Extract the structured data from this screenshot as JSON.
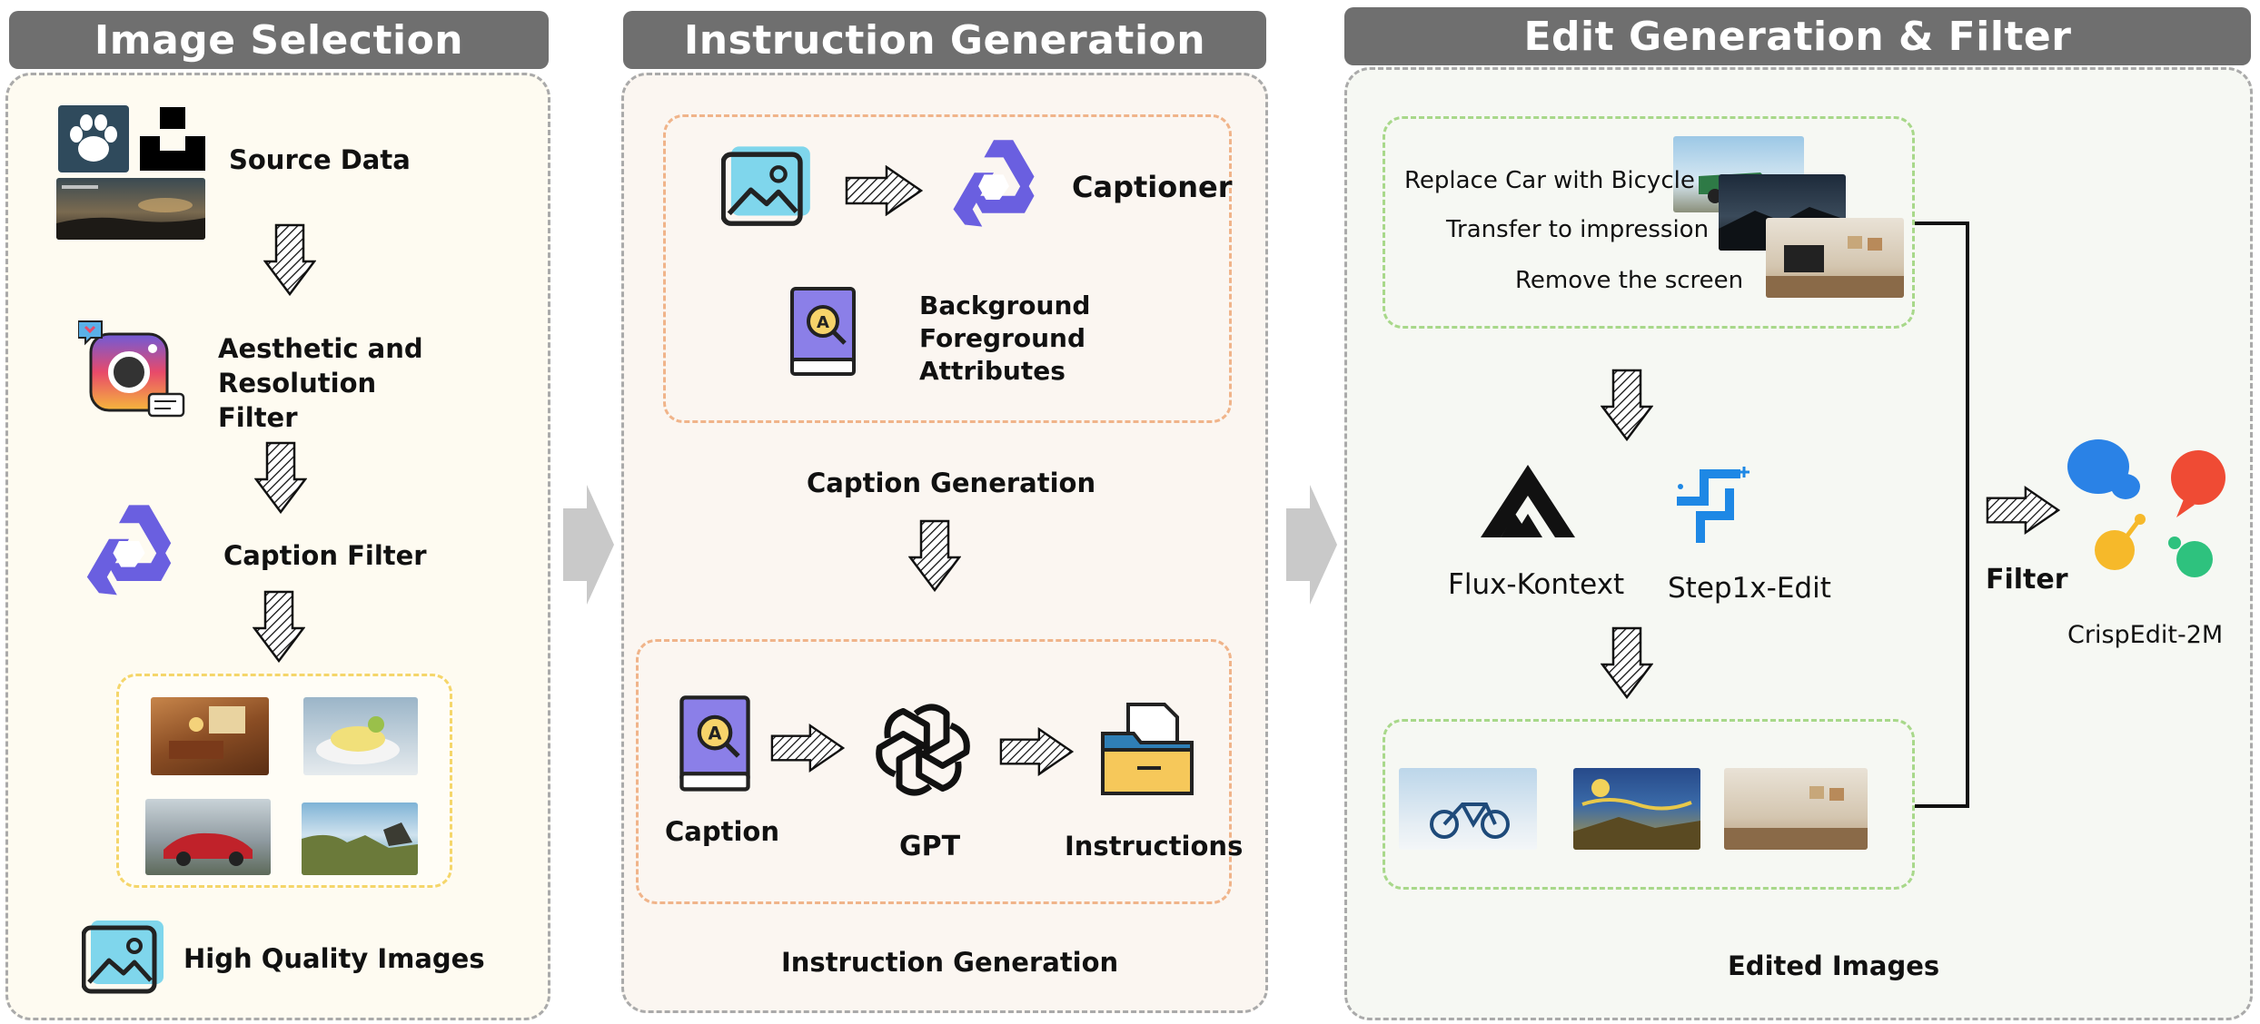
{
  "headers": {
    "image_selection": "Image Selection",
    "instruction_generation": "Instruction Generation",
    "edit_generation": "Edit Generation & Filter"
  },
  "image_selection": {
    "source_data": "Source Data",
    "aesthetic_filter_line1": "Aesthetic and",
    "aesthetic_filter_line2": "Resolution",
    "aesthetic_filter_line3": "Filter",
    "caption_filter": "Caption Filter",
    "high_quality_images": "High Quality Images"
  },
  "instruction_generation": {
    "captioner": "Captioner",
    "attr_background": "Background",
    "attr_foreground": "Foreground",
    "attr_attributes": "Attributes",
    "caption_generation": "Caption Generation",
    "caption": "Caption",
    "gpt": "GPT",
    "instructions": "Instructions",
    "section_label": "Instruction Generation"
  },
  "edit_generation": {
    "instr1": "Replace Car with Bicycle",
    "instr2": "Transfer to impression",
    "instr3": "Remove the screen",
    "flux": "Flux-Kontext",
    "step1x": "Step1x-Edit",
    "filter": "Filter",
    "crispedit": "CrispEdit-2M",
    "edited_images": "Edited Images"
  },
  "colors": {
    "header_bg": "#6f6f6f",
    "panel1_bg": "#fefbf1",
    "panel2_bg": "#fbf6f1",
    "panel3_bg": "#f6f8f3",
    "orange_dash": "#f0b48a",
    "yellow_dash": "#f5d66a",
    "green_dash": "#a8d88a",
    "qwen_purple": "#6a5fe0",
    "stepfun_blue": "#1e88e5"
  },
  "icons": [
    "paw-logo-icon",
    "unsplash-logo-icon",
    "journeydb-thumbnail",
    "instagram-camera-icon",
    "qwen-logo-icon",
    "image-icon",
    "book-search-icon",
    "openai-logo-icon",
    "folder-document-icon",
    "flux-logo-icon",
    "stepfun-logo-icon",
    "crispedit-logo-icon",
    "hatched-arrow-icon",
    "gray-chevron-arrow-icon"
  ]
}
